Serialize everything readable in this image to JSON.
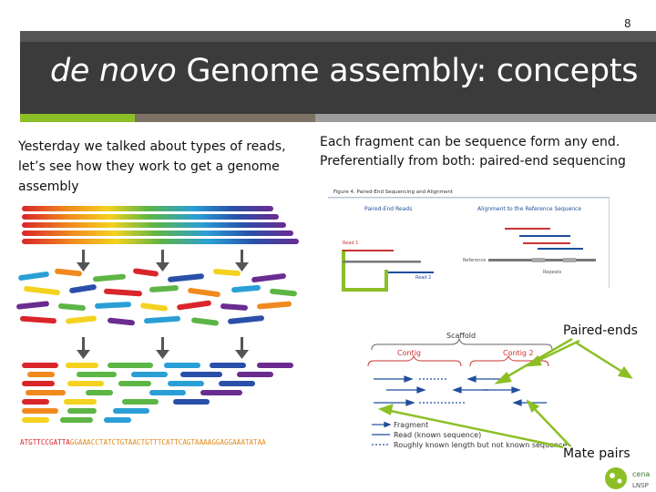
{
  "slide": {
    "number": "8",
    "title_italic": "de novo",
    "title_rest": " Genome assembly: concepts",
    "left_text": "Yesterday we talked about types of reads, let’s see how they work to get a genome assembly",
    "right_text": "Each fragment can be sequence form any end. Preferentially from both: paired-end sequencing"
  },
  "assembly_figure": {
    "sequence_parts": [
      "ATGTTCCGATTA",
      "GGAAACCTATCTGTAACTGTTTCATTCAGTAAAAGGAGGAAATATAA"
    ]
  },
  "pe_figure": {
    "title": "Figure 4. Paired-End Sequencing and Alignment",
    "col1": "Paired-End Reads",
    "col2": "Alignment to the  Reference Sequence",
    "read1": "Read 1",
    "read2": "Read 2",
    "reference": "Reference",
    "repeats": "Repeats"
  },
  "scaffold_figure": {
    "scaffold": "Scaffold",
    "contig1": "Contig",
    "contig2": "Contig 2",
    "legend": [
      "Fragment",
      "Read (known sequence)",
      "Roughly known length but not known sequence"
    ]
  },
  "labels": {
    "paired_ends": "Paired-ends",
    "mate_pairs": "Mate pairs"
  },
  "logo": {
    "text_top": "cena",
    "text_bottom": "LNSP"
  },
  "colors": {
    "title_bar": "#3b3b3b",
    "accent_green": "#8cbf26",
    "accent_brown": "#7d7364",
    "accent_grey": "#9c9c9c",
    "arrow_green": "#8cbf26",
    "contig_red": "#cc3333",
    "read_blue": "#1f4e9c"
  }
}
